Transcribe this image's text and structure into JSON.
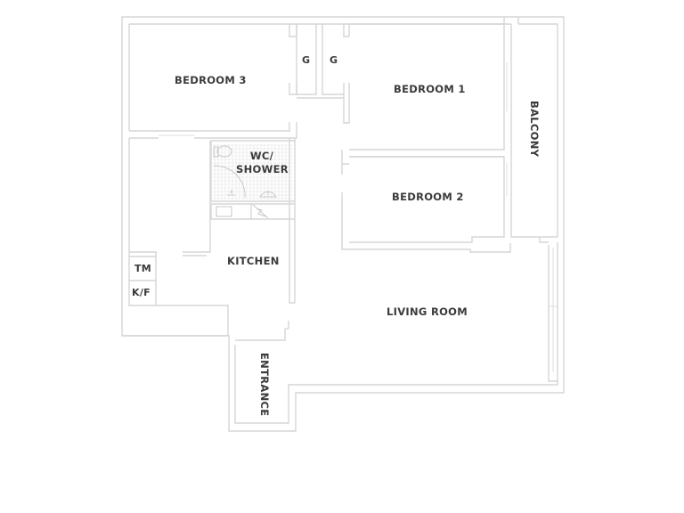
{
  "floor_plan": {
    "colors": {
      "wall": "#d6d6d6",
      "text": "#3a3a3a",
      "background": "#ffffff"
    },
    "rooms": [
      {
        "id": "bedroom-3",
        "label": "BEDROOM 3"
      },
      {
        "id": "bedroom-1",
        "label": "BEDROOM 1"
      },
      {
        "id": "bedroom-2",
        "label": "BEDROOM 2"
      },
      {
        "id": "balcony",
        "label": "BALCONY"
      },
      {
        "id": "wc-shower",
        "label_line1": "WC/",
        "label_line2": "SHOWER"
      },
      {
        "id": "kitchen",
        "label": "KITCHEN"
      },
      {
        "id": "living-room",
        "label": "LIVING ROOM"
      },
      {
        "id": "entrance",
        "label": "ENTRANCE"
      },
      {
        "id": "closet-left",
        "label": "G"
      },
      {
        "id": "closet-right",
        "label": "G"
      },
      {
        "id": "tm",
        "label": "TM"
      },
      {
        "id": "kf",
        "label": "K/F"
      }
    ]
  }
}
